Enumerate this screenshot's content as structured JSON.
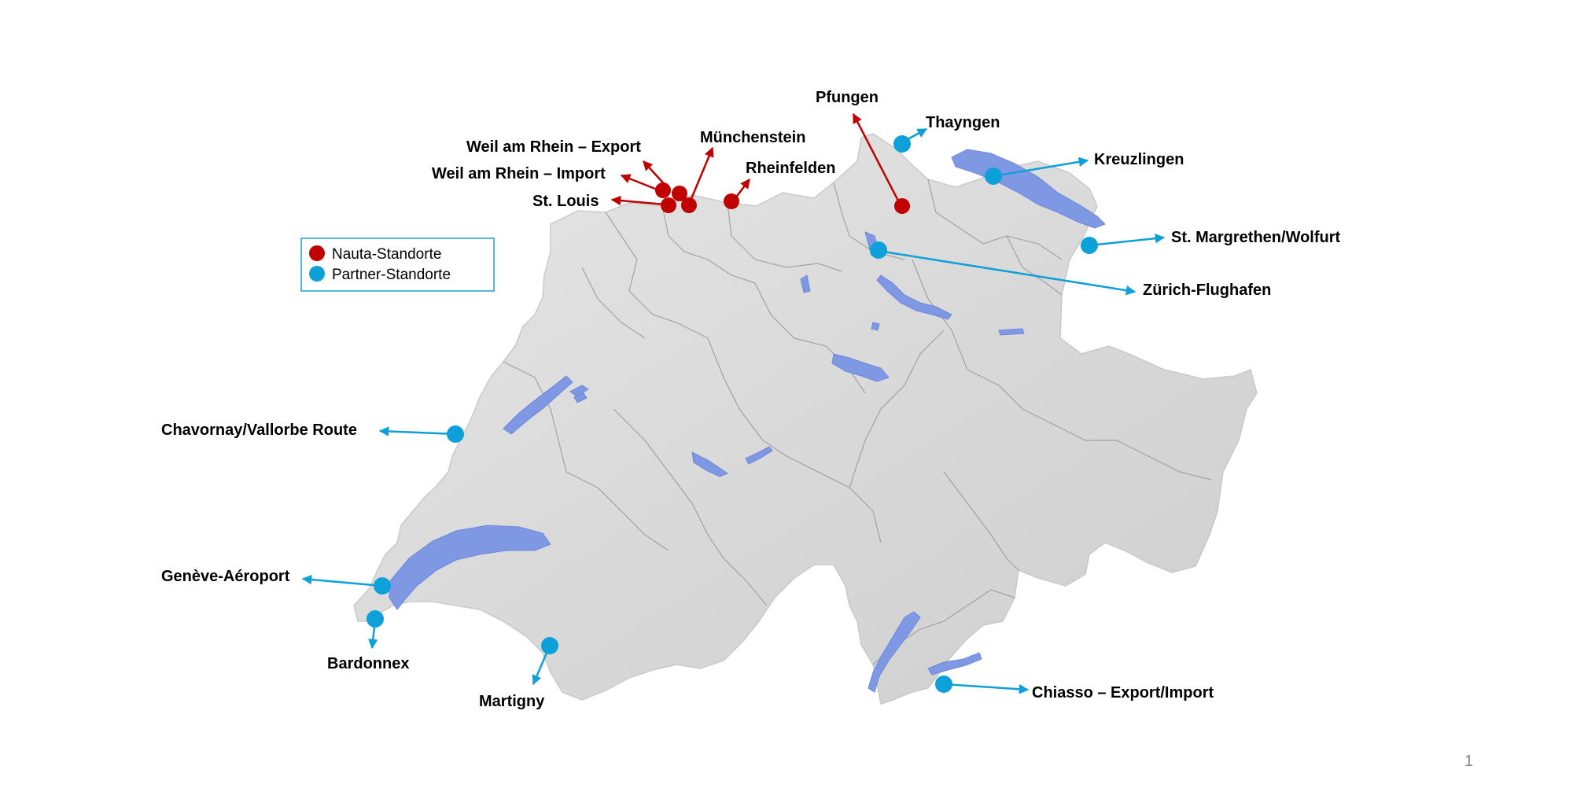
{
  "colors": {
    "nauta": "#c00000",
    "partner": "#0ea0d8",
    "water": "#7f98e4",
    "land": "#dcdcdc",
    "border": "#888888",
    "legend_border": "#1fa0cf"
  },
  "legend": {
    "nauta_label": "Nauta-Standorte",
    "partner_label": "Partner-Standorte"
  },
  "page_number": "1",
  "sites": [
    {
      "name": "Pfungen",
      "type": "nauta"
    },
    {
      "name": "Thayngen",
      "type": "partner"
    },
    {
      "name": "Weil am Rhein – Export",
      "type": "nauta"
    },
    {
      "name": "Münchenstein",
      "type": "nauta"
    },
    {
      "name": "Rheinfelden",
      "type": "nauta"
    },
    {
      "name": "Weil am Rhein – Import",
      "type": "nauta"
    },
    {
      "name": "St. Louis",
      "type": "nauta"
    },
    {
      "name": "Kreuzlingen",
      "type": "partner"
    },
    {
      "name": "St. Margrethen/Wolfurt",
      "type": "partner"
    },
    {
      "name": "Zürich-Flughafen",
      "type": "partner"
    },
    {
      "name": "Chavornay/Vallorbe Route",
      "type": "partner"
    },
    {
      "name": "Genève-Aéroport",
      "type": "partner"
    },
    {
      "name": "Bardonnex",
      "type": "partner"
    },
    {
      "name": "Martigny",
      "type": "partner"
    },
    {
      "name": "Chiasso – Export/Import",
      "type": "partner"
    }
  ]
}
